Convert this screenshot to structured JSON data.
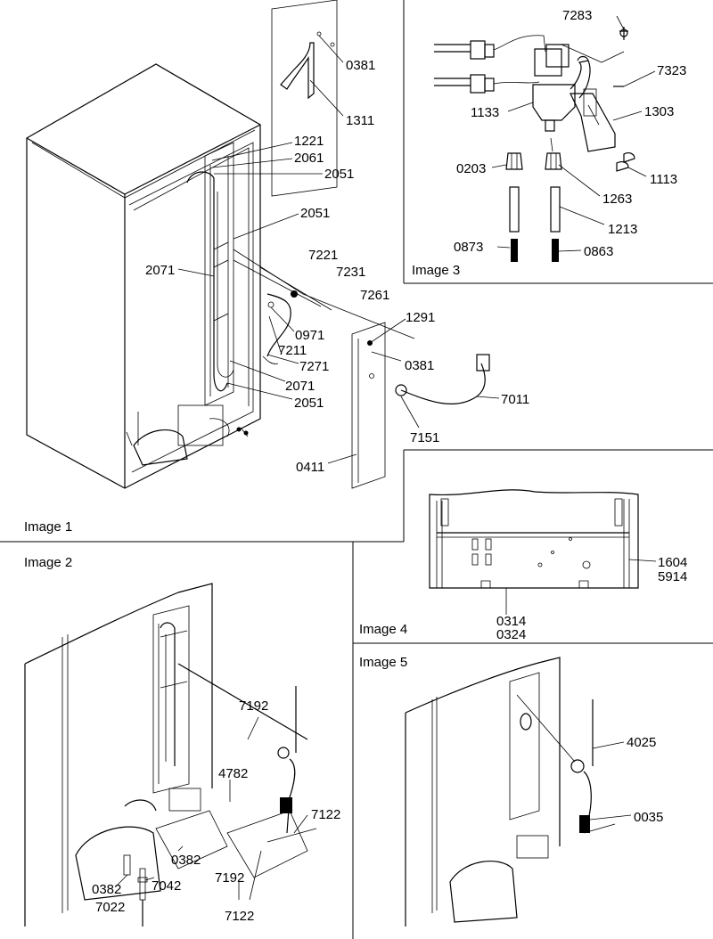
{
  "panels": [
    {
      "id": "image1",
      "caption": "Image 1"
    },
    {
      "id": "image2",
      "caption": "Image 2"
    },
    {
      "id": "image3",
      "caption": "Image 3"
    },
    {
      "id": "image4",
      "caption": "Image 4"
    },
    {
      "id": "image5",
      "caption": "Image 5"
    }
  ],
  "parts": {
    "image1": [
      "0381",
      "1311",
      "1221",
      "2061",
      "2051",
      "2051",
      "2071",
      "7221",
      "7231",
      "7261",
      "0971",
      "7211",
      "7271",
      "2071",
      "2051",
      "1291",
      "0381",
      "7011",
      "7151",
      "0411"
    ],
    "image2": [
      "7192",
      "4782",
      "7122",
      "0382",
      "7192",
      "0382",
      "7042",
      "7022",
      "7122"
    ],
    "image3": [
      "7283",
      "7323",
      "1303",
      "1133",
      "0203",
      "1263",
      "1113",
      "1213",
      "0873",
      "0863"
    ],
    "image4": [
      "1604",
      "5914",
      "0314",
      "0324"
    ],
    "image5": [
      "4025",
      "0035"
    ]
  }
}
